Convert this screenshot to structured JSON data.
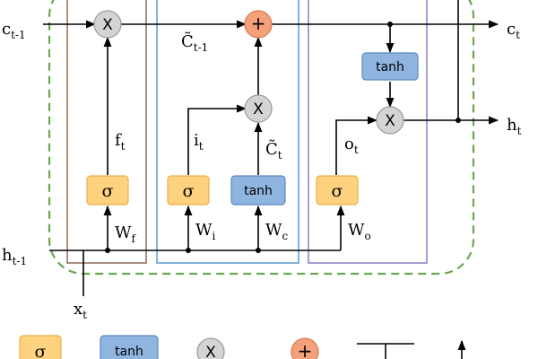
{
  "inputs": {
    "c_prev_main": "c",
    "c_prev_sub": "t-1",
    "h_prev_main": "h",
    "h_prev_sub": "t-1",
    "x_main": "x",
    "x_sub": "t"
  },
  "outputs": {
    "c_main": "c",
    "c_sub": "t",
    "h_main": "h",
    "h_sub": "t"
  },
  "gates": {
    "sigma": "σ",
    "tanh": "tanh",
    "multiply": "X",
    "add": "+"
  },
  "signals": {
    "f_main": "f",
    "f_sub": "t",
    "i_main": "i",
    "i_sub": "t",
    "o_main": "o",
    "o_sub": "t",
    "c_tilde_main": "C̃",
    "c_tilde_sub": "t",
    "c_tilde_prev_main": "C̃",
    "c_tilde_prev_sub": "t-1"
  },
  "weights": {
    "wf_main": "W",
    "wf_sub": "f",
    "wi_main": "W",
    "wi_sub": "i",
    "wc_main": "W",
    "wc_sub": "c",
    "wo_main": "W",
    "wo_sub": "o"
  },
  "legend": {
    "sigma": "σ",
    "tanh": "tanh",
    "multiply": "X",
    "add": "+"
  },
  "colors": {
    "sigma_fill": "#ffd27f",
    "sigma_stroke": "#e8b04a",
    "tanh_fill": "#8fb4e0",
    "tanh_stroke": "#5c88bf",
    "mult_fill": "#d4d4d4",
    "mult_stroke": "#9a9a9a",
    "add_fill": "#f4a07a",
    "add_stroke": "#d87a52",
    "forget_frame": "#8b6a58",
    "input_frame": "#5b9bd5",
    "output_frame": "#8e7cc3",
    "cell_frame": "#6aa84f"
  }
}
